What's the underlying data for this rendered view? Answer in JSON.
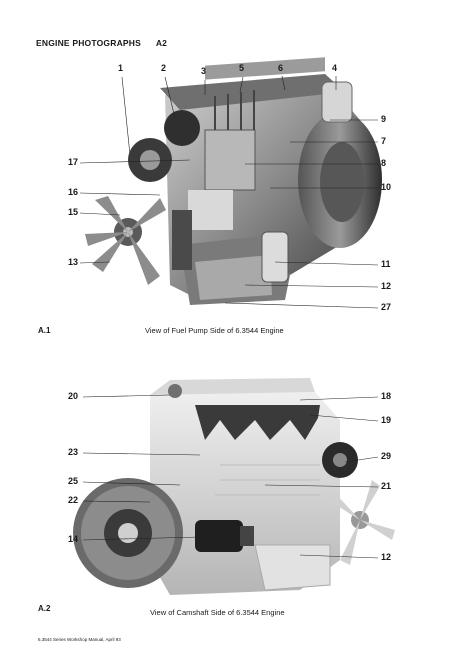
{
  "header": {
    "title": "ENGINE PHOTOGRAPHS",
    "section": "A2"
  },
  "figure1": {
    "label": "A.1",
    "caption": "View of Fuel Pump Side of 6.3544 Engine",
    "callouts": [
      "1",
      "2",
      "3",
      "5",
      "6",
      "4",
      "9",
      "7",
      "8",
      "10",
      "11",
      "12",
      "27",
      "13",
      "15",
      "16",
      "17"
    ]
  },
  "figure2": {
    "label": "A.2",
    "caption": "View of Camshaft Side of 6.3544 Engine",
    "callouts": [
      "20",
      "18",
      "19",
      "23",
      "29",
      "25",
      "21",
      "22",
      "14",
      "12"
    ]
  },
  "footer": {
    "text": "6.3544 Series Workshop Manual, April 93"
  }
}
